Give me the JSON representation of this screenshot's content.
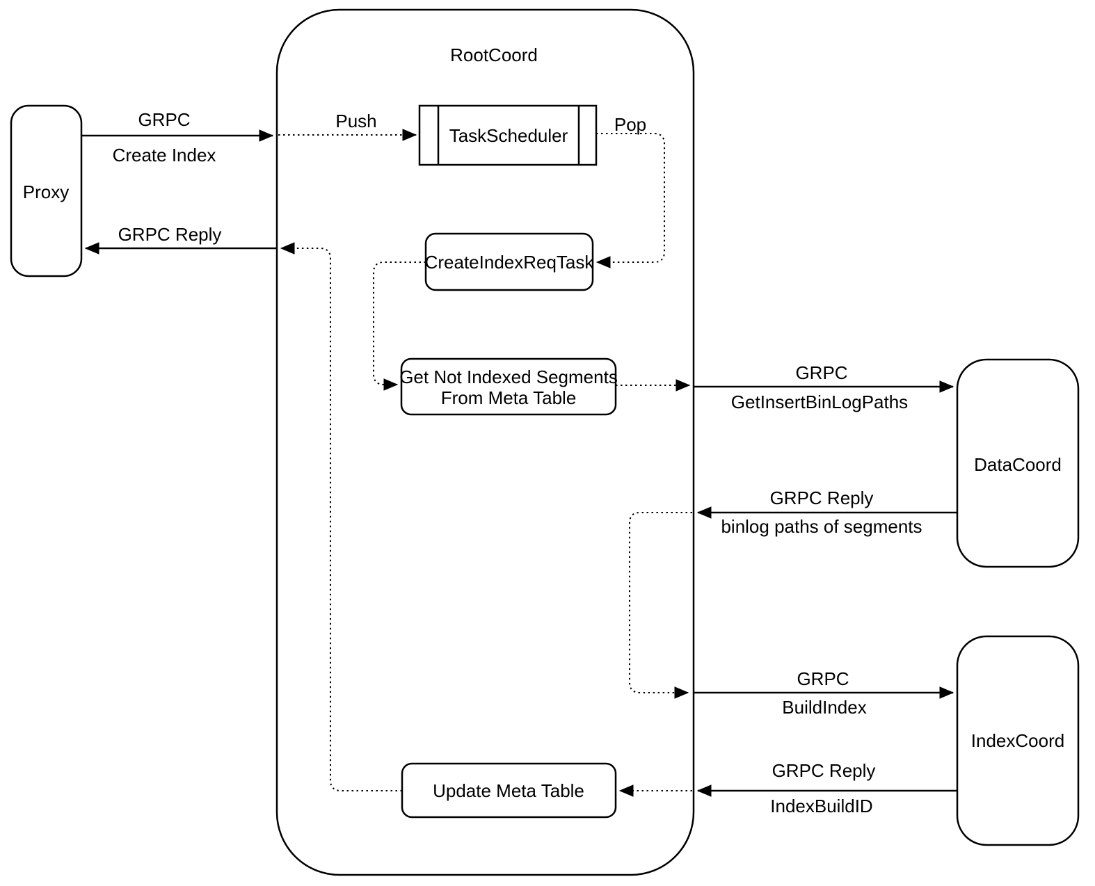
{
  "diagram": {
    "colors": {
      "stroke": "#000000",
      "background": "#ffffff"
    },
    "nodes": {
      "proxy": {
        "label": "Proxy"
      },
      "rootcoord": {
        "label": "RootCoord"
      },
      "task_scheduler": {
        "label": "TaskScheduler"
      },
      "create_index_req_task": {
        "label": "CreateIndexReqTask"
      },
      "get_not_indexed_segments": {
        "label_line1": "Get Not Indexed Segments",
        "label_line2": "From Meta Table"
      },
      "update_meta_table": {
        "label": "Update Meta Table"
      },
      "datacoord": {
        "label": "DataCoord"
      },
      "indexcoord": {
        "label": "IndexCoord"
      }
    },
    "edges": {
      "grpc_create_index": {
        "label": "GRPC",
        "sublabel": "Create Index"
      },
      "grpc_reply_to_proxy": {
        "label": "GRPC Reply"
      },
      "push": {
        "label": "Push"
      },
      "pop": {
        "label": "Pop"
      },
      "grpc_get_insert_binlog_paths": {
        "label": "GRPC",
        "sublabel": "GetInsertBinLogPaths"
      },
      "grpc_reply_binlog_paths": {
        "label": "GRPC Reply",
        "sublabel": "binlog paths of segments"
      },
      "grpc_build_index": {
        "label": "GRPC",
        "sublabel": "BuildIndex"
      },
      "grpc_reply_index_build_id": {
        "label": "GRPC Reply",
        "sublabel": "IndexBuildID"
      }
    }
  }
}
